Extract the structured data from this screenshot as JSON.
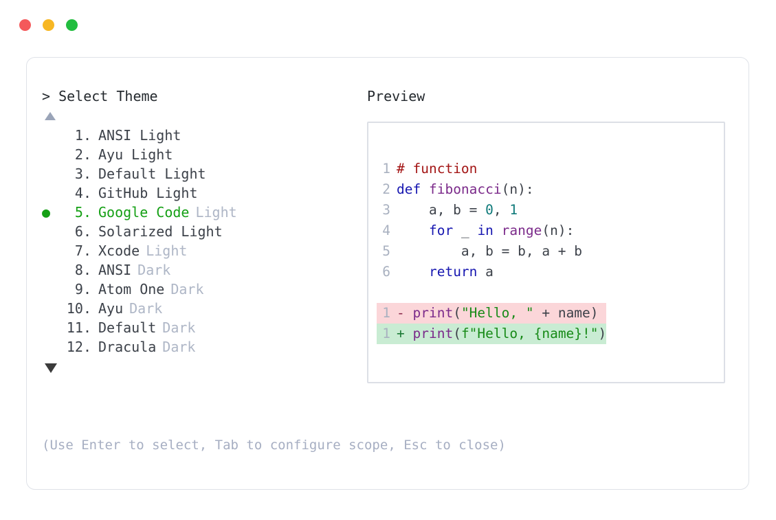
{
  "window": {
    "dots": [
      {
        "name": "close",
        "color": "#f4595b"
      },
      {
        "name": "minimize",
        "color": "#f7b723"
      },
      {
        "name": "maximize",
        "color": "#22bd3f"
      }
    ]
  },
  "picker": {
    "prompt_caret": ">",
    "prompt_label": "Select Theme",
    "scroll_up_icon": "triangle-up",
    "scroll_down_icon": "triangle-down",
    "selected_index": 5,
    "selected_bullet": "●",
    "accent_color": "#15a015",
    "muted_color": "#aeb6c6",
    "items": [
      {
        "index": "1.",
        "name": "ANSI Light",
        "variant": "",
        "variant_muted": false,
        "selected": false
      },
      {
        "index": "2.",
        "name": "Ayu Light",
        "variant": "",
        "variant_muted": false,
        "selected": false
      },
      {
        "index": "3.",
        "name": "Default Light",
        "variant": "",
        "variant_muted": false,
        "selected": false
      },
      {
        "index": "4.",
        "name": "GitHub Light",
        "variant": "",
        "variant_muted": false,
        "selected": false
      },
      {
        "index": "5.",
        "name": "Google Code",
        "variant": "Light",
        "variant_muted": true,
        "selected": true
      },
      {
        "index": "6.",
        "name": "Solarized Light",
        "variant": "",
        "variant_muted": false,
        "selected": false
      },
      {
        "index": "7.",
        "name": "Xcode",
        "variant": "Light",
        "variant_muted": true,
        "selected": false
      },
      {
        "index": "8.",
        "name": "ANSI",
        "variant": "Dark",
        "variant_muted": true,
        "selected": false
      },
      {
        "index": "9.",
        "name": "Atom One",
        "variant": "Dark",
        "variant_muted": true,
        "selected": false
      },
      {
        "index": "10.",
        "name": "Ayu",
        "variant": "Dark",
        "variant_muted": true,
        "selected": false
      },
      {
        "index": "11.",
        "name": "Default",
        "variant": "Dark",
        "variant_muted": true,
        "selected": false
      },
      {
        "index": "12.",
        "name": "Dracula",
        "variant": "Dark",
        "variant_muted": true,
        "selected": false
      }
    ]
  },
  "help": {
    "text": "(Use Enter to select, Tab to configure scope, Esc to close)"
  },
  "preview": {
    "title": "Preview",
    "code_lines": [
      {
        "number": "1",
        "diff": "",
        "tokens": [
          {
            "text": "# function",
            "cls": "tok-comment"
          }
        ]
      },
      {
        "number": "2",
        "diff": "",
        "tokens": [
          {
            "text": "def ",
            "cls": "tok-keyword"
          },
          {
            "text": "fibonacci",
            "cls": "tok-func"
          },
          {
            "text": "(n):",
            "cls": "tok-plain"
          }
        ]
      },
      {
        "number": "3",
        "diff": "",
        "tokens": [
          {
            "text": "    a, b = ",
            "cls": "tok-plain"
          },
          {
            "text": "0",
            "cls": "tok-num"
          },
          {
            "text": ", ",
            "cls": "tok-plain"
          },
          {
            "text": "1",
            "cls": "tok-num"
          }
        ]
      },
      {
        "number": "4",
        "diff": "",
        "tokens": [
          {
            "text": "    ",
            "cls": "tok-plain"
          },
          {
            "text": "for",
            "cls": "tok-keyword"
          },
          {
            "text": " _ ",
            "cls": "tok-plain"
          },
          {
            "text": "in",
            "cls": "tok-keyword"
          },
          {
            "text": " ",
            "cls": "tok-plain"
          },
          {
            "text": "range",
            "cls": "tok-builtin"
          },
          {
            "text": "(n):",
            "cls": "tok-plain"
          }
        ]
      },
      {
        "number": "5",
        "diff": "",
        "tokens": [
          {
            "text": "        a, b = b, a + b",
            "cls": "tok-plain"
          }
        ]
      },
      {
        "number": "6",
        "diff": "",
        "tokens": [
          {
            "text": "    ",
            "cls": "tok-plain"
          },
          {
            "text": "return",
            "cls": "tok-keyword"
          },
          {
            "text": " a",
            "cls": "tok-plain"
          }
        ]
      },
      {
        "number": "",
        "diff": "blank",
        "tokens": []
      },
      {
        "number": "1",
        "diff": "del",
        "tokens": [
          {
            "text": "- ",
            "cls": "diff-mark-del"
          },
          {
            "text": "print",
            "cls": "tok-builtin"
          },
          {
            "text": "(",
            "cls": "tok-plain"
          },
          {
            "text": "\"Hello, \"",
            "cls": "tok-str"
          },
          {
            "text": " + name)",
            "cls": "tok-plain"
          }
        ]
      },
      {
        "number": "1",
        "diff": "add",
        "tokens": [
          {
            "text": "+ ",
            "cls": "diff-mark-add"
          },
          {
            "text": "print",
            "cls": "tok-builtin"
          },
          {
            "text": "(",
            "cls": "tok-plain"
          },
          {
            "text": "f\"Hello, {name}!\"",
            "cls": "tok-str"
          },
          {
            "text": ")",
            "cls": "tok-plain"
          }
        ]
      }
    ]
  }
}
